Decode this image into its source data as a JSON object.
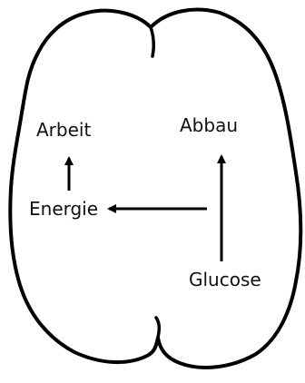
{
  "diagram": {
    "outline_shape": "brain-top-view",
    "labels": {
      "arbeit": "Arbeit",
      "abbau": "Abbau",
      "energie": "Energie",
      "glucose": "Glucose"
    },
    "arrows": [
      {
        "from": "energie",
        "to": "arbeit"
      },
      {
        "from": "glucose",
        "to": "abbau"
      },
      {
        "from": "glucose",
        "to": "energie"
      }
    ],
    "colors": {
      "stroke": "#000000",
      "text": "#111111",
      "background": "#ffffff"
    }
  }
}
